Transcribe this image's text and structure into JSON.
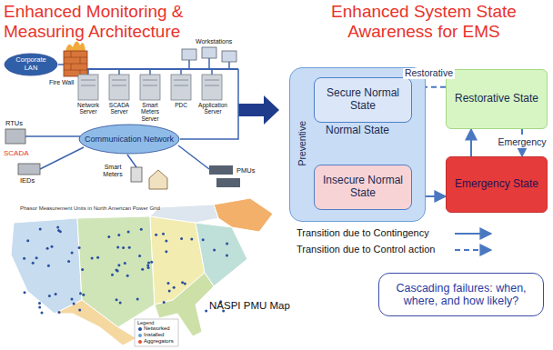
{
  "diagram": {
    "nodes": [
      {
        "text": [
          "Corporate LAN"
        ]
      },
      {
        "text": [
          "Communication Network"
        ]
      },
      {
        "text": [
          "Normal State"
        ]
      },
      {
        "text": [
          "Secure Normal State"
        ],
        "in": 2
      },
      {
        "text": [
          "Insecure Normal State"
        ],
        "in": 2
      },
      {
        "text": [
          "Restorative State"
        ]
      },
      {
        "text": [
          "Emergency State"
        ]
      },
      {
        "text": [
          "Cascading failures: when, where, and how likely?"
        ]
      }
    ],
    "edges": [
      {
        "from": 3,
        "to": 4,
        "arrow": "to"
      },
      {
        "from": 4,
        "to": 3,
        "label": "Preventive",
        "arrow": "to"
      },
      {
        "from": 4,
        "to": 6,
        "arrow": "to"
      },
      {
        "from": 6,
        "to": 5,
        "arrow": "to"
      },
      {
        "from": 5,
        "to": 6,
        "label": "Emergency",
        "arrow": "to"
      },
      {
        "from": 5,
        "to": 3,
        "label": "Restorative",
        "arrow": "to"
      }
    ],
    "labels": [
      "Enhanced Monitoring & Measuring Architecture",
      "Enhanced System State Awareness for EMS",
      "Fire Wall",
      "Workstations",
      "Network Server",
      "SCADA Server",
      "Smart Meters Server",
      "PDC",
      "Application Server",
      "RTUs",
      "SCADA",
      "IEDs",
      "PMUs",
      "Smart Meters",
      "Phasor Measurement Units in North American Power Grid",
      "NASPI PMU Map",
      "Legend"
    ],
    "legend": [
      {
        "text": "Transition due to Contingency"
      },
      {
        "text": "Transition due to Control action"
      },
      {
        "text": "Networked",
        "color": "#2a4fa0"
      },
      {
        "text": "Installed",
        "color": "#5aa0d8"
      },
      {
        "text": "Aggregators",
        "color": "#e05030"
      }
    ]
  }
}
